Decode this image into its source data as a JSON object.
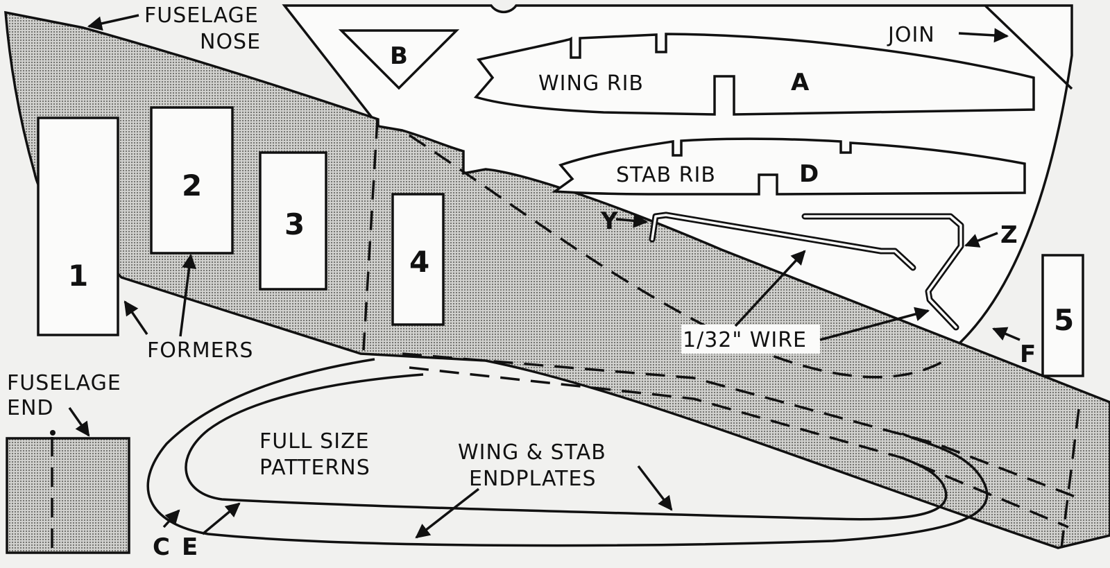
{
  "labels": {
    "fuselage_nose": [
      "FUSELAGE",
      "NOSE"
    ],
    "fuselage_end": [
      "FUSELAGE",
      "END"
    ],
    "formers": "FORMERS",
    "wing_rib": "WING RIB",
    "stab_rib": "STAB RIB",
    "join": "JOIN",
    "wire": "1/32\" WIRE",
    "full_size": [
      "FULL SIZE",
      "PATTERNS"
    ],
    "endplates": [
      "WING & STAB",
      "ENDPLATES"
    ]
  },
  "formers": [
    "1",
    "2",
    "3",
    "4",
    "5"
  ],
  "part_letters": {
    "a": "A",
    "b": "B",
    "c": "C",
    "d": "D",
    "e": "E",
    "f": "F",
    "y": "Y",
    "z": "Z"
  },
  "colors": {
    "ink": "#111111",
    "paper": "#fbfbfa",
    "shading": "#c9c9c6"
  }
}
